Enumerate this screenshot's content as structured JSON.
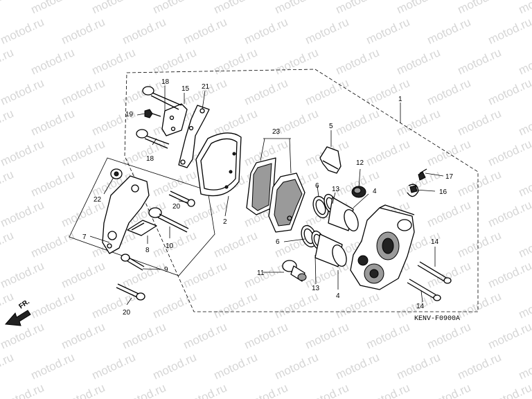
{
  "watermark": "motod.ru",
  "diagram_code": "KENV-F0900A",
  "direction_label": "FR.",
  "callouts": {
    "c1": "1",
    "c2": "2",
    "c4a": "4",
    "c4b": "4",
    "c5": "5",
    "c6a": "6",
    "c6b": "6",
    "c7": "7",
    "c8": "8",
    "c9": "9",
    "c10": "10",
    "c11": "11",
    "c12": "12",
    "c13a": "13",
    "c13b": "13",
    "c14a": "14",
    "c14b": "14",
    "c15": "15",
    "c16": "16",
    "c17": "17",
    "c18a": "18",
    "c18b": "18",
    "c19": "19",
    "c20a": "20",
    "c20b": "20",
    "c21": "21",
    "c22": "22",
    "c23": "23"
  }
}
